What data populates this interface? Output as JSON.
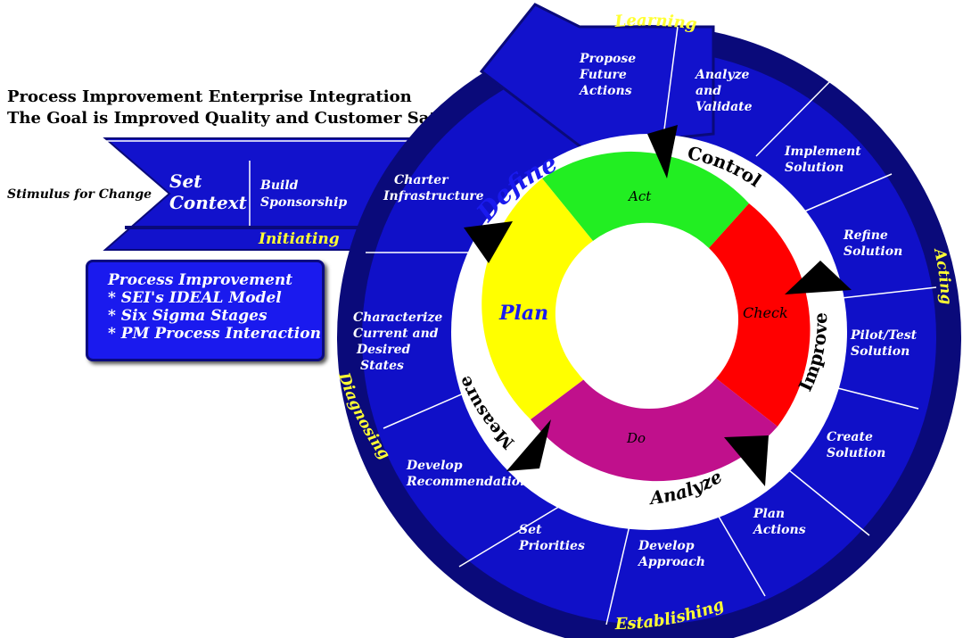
{
  "title": {
    "line1": "Process Improvement Enterprise Integration",
    "line2": "The Goal is Improved Quality and Customer Satisfaction"
  },
  "stimulus": "Stimulus for Change",
  "initiating": {
    "phase": "Initiating",
    "set_context_1": "Set",
    "set_context_2": "Context",
    "build_1": "Build",
    "build_2": "Sponsorship"
  },
  "phases": {
    "learning": "Learning",
    "acting": "Acting",
    "establishing": "Establishing",
    "diagnosing": "Diagnosing"
  },
  "segments": {
    "propose": [
      "Propose",
      "Future",
      "Actions"
    ],
    "analyze_validate": [
      "Analyze",
      "and",
      "Validate"
    ],
    "implement": [
      "Implement",
      "Solution"
    ],
    "refine": [
      "Refine",
      "Solution"
    ],
    "pilot": [
      "Pilot/Test",
      "Solution"
    ],
    "create": [
      "Create",
      "Solution"
    ],
    "plan_actions": [
      "Plan",
      "Actions"
    ],
    "develop_approach": [
      "Develop",
      "Approach"
    ],
    "set_priorities": [
      "Set",
      "Priorities"
    ],
    "develop_recs": [
      "Develop",
      "Recommendations"
    ],
    "characterize": [
      "Characterize",
      "Current and",
      "Desired",
      "States"
    ],
    "charter": [
      "Charter",
      "Infrastructure"
    ]
  },
  "six_sigma": {
    "define": "Define",
    "control": "Control",
    "improve": "Improve",
    "analyze": "Analyze",
    "measure": "Measure"
  },
  "pdca": {
    "act": "Act",
    "plan": "Plan",
    "check": "Check",
    "do": "Do"
  },
  "legend": [
    "Process Improvement",
    "* SEI's IDEAL Model",
    "* Six Sigma Stages",
    "* PM Process Interaction"
  ],
  "colors": {
    "outer_ring": "#1010c8",
    "outer_border": "#0a0a7a",
    "act": "#22ee22",
    "check": "#ff0000",
    "do": "#c0108c",
    "plan": "#ffff00",
    "phase_text": "#ffff33",
    "define_text": "#1a1aee"
  }
}
